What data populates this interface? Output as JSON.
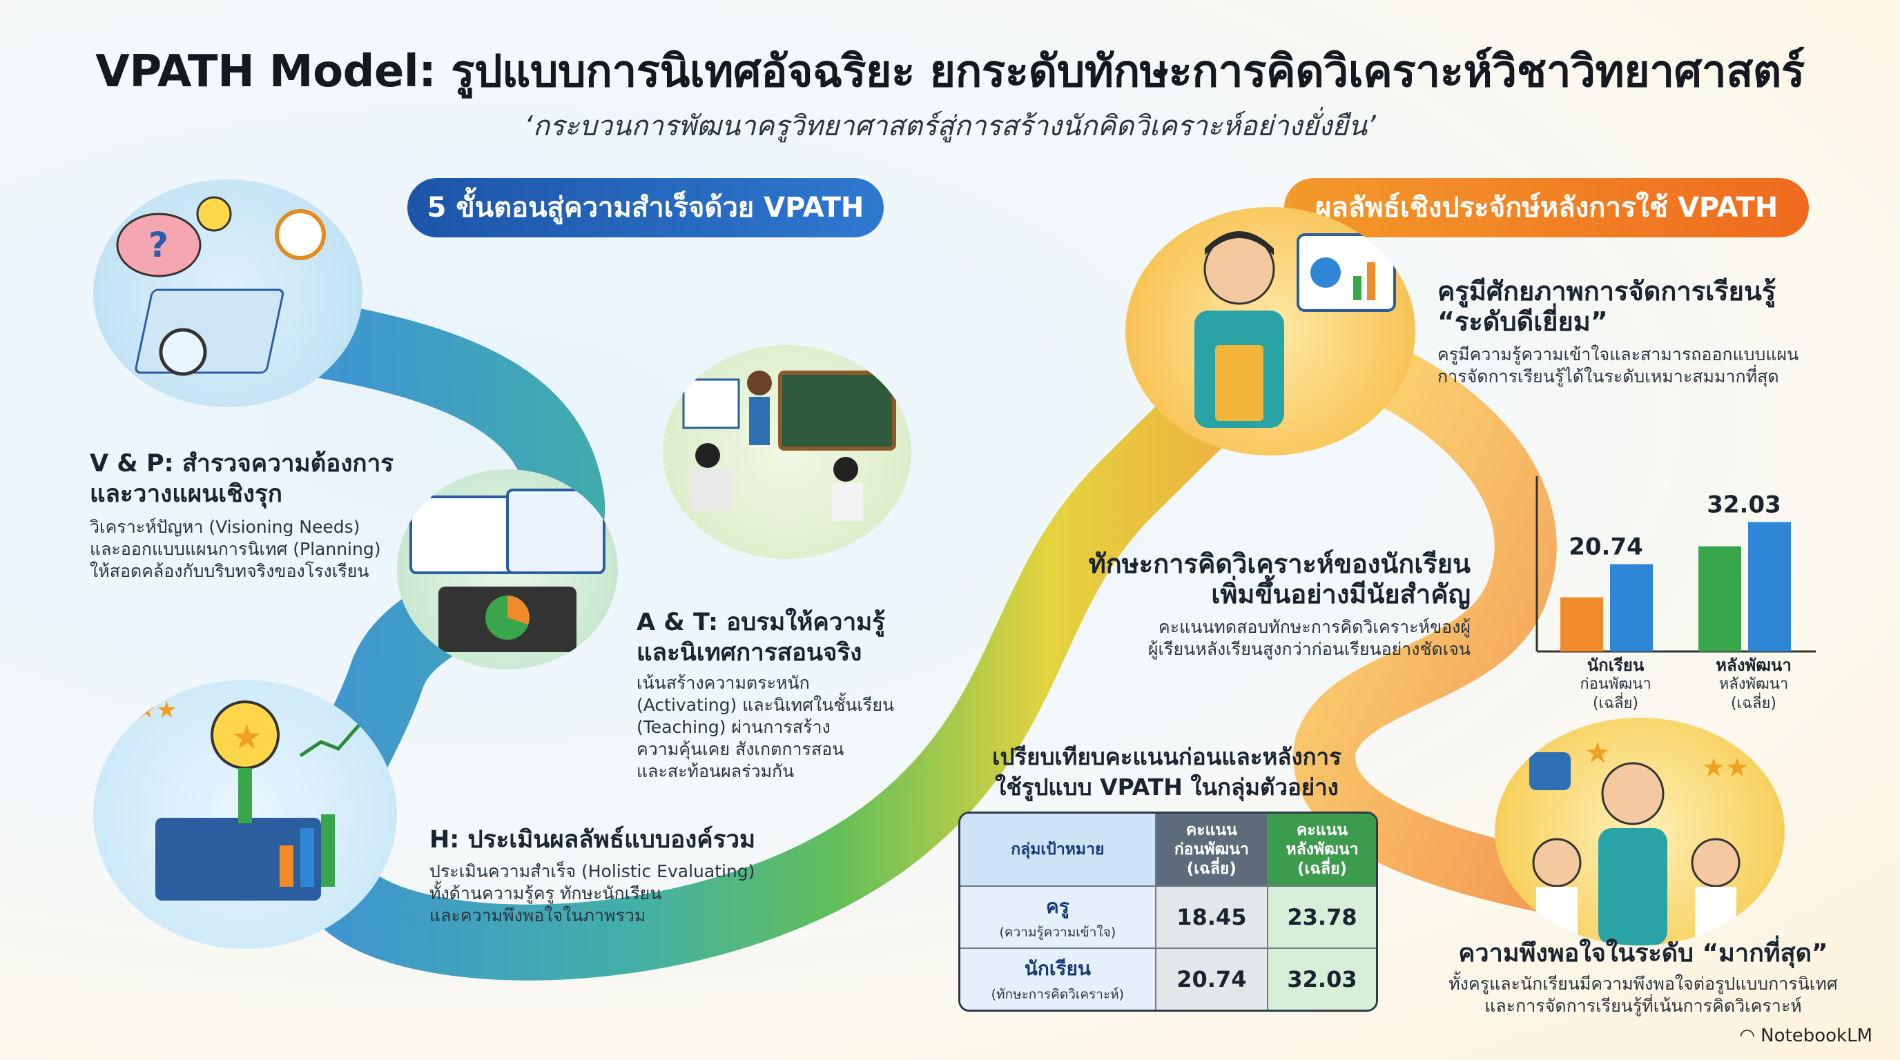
{
  "header": {
    "title": "VPATH Model: รูปแบบการนิเทศอัจฉริยะ ยกระดับทักษะการคิดวิเคราะห์วิชาวิทยาศาสตร์",
    "subtitle": "‘กระบวนการพัฒนาครูวิทยาศาสตร์สู่การสร้างนักคิดวิเคราะห์อย่างยั่งยืน’"
  },
  "left_section": {
    "heading": "5 ขั้นตอนสู่ความสำเร็จด้วย VPATH",
    "steps": [
      {
        "title_line1": "V & P: สำรวจความต้องการ",
        "title_line2": "และวางแผนเชิงรุก",
        "desc_line1": "วิเคราะห์ปัญหา (Visioning Needs)",
        "desc_line2": "และออกแบบแผนการนิเทศ (Planning)",
        "desc_line3": "ให้สอดคล้องกับบริบทจริงของโรงเรียน"
      },
      {
        "title_line1": "A & T: อบรมให้ความรู้",
        "title_line2": "และนิเทศการสอนจริง",
        "desc_line1": "เน้นสร้างความตระหนัก",
        "desc_line2": "(Activating) และนิเทศในชั้นเรียน",
        "desc_line3": "(Teaching) ผ่านการสร้าง",
        "desc_line4": "ความคุ้นเคย สังเกตการสอน",
        "desc_line5": "และสะท้อนผลร่วมกัน"
      },
      {
        "title_line1": "H: ประเมินผลลัพธ์แบบองค์รวม",
        "desc_line1": "ประเมินความสำเร็จ (Holistic Evaluating)",
        "desc_line2": "ทั้งด้านความรู้ครู ทักษะนักเรียน",
        "desc_line3": "และความพึงพอใจในภาพรวม"
      }
    ]
  },
  "right_section": {
    "heading": "ผลลัพธ์เชิงประจักษ์หลังการใช้ VPATH",
    "teacher": {
      "title_line1": "ครูมีศักยภาพการจัดการเรียนรู้",
      "title_line2": "“ระดับดีเยี่ยม”",
      "desc_line1": "ครูมีความรู้ความเข้าใจและสามารถออกแบบแผน",
      "desc_line2": "การจัดการเรียนรู้ได้ในระดับเหมาะสมมากที่สุด"
    },
    "students": {
      "title_line1": "ทักษะการคิดวิเคราะห์ของนักเรียน",
      "title_line2": "เพิ่มขึ้นอย่างมีนัยสำคัญ",
      "desc_line1": "คะแนนทดสอบทักษะการคิดวิเคราะห์ของผู้",
      "desc_line2": "ผู้เรียนหลังเรียนสูงกว่าก่อนเรียนอย่างชัดเจน"
    },
    "satisfaction": {
      "title": "ความพึงพอใจในระดับ “มากที่สุด”",
      "desc_line1": "ทั้งครูและนักเรียนมีความพึงพอใจต่อรูปแบบการนิเทศ",
      "desc_line2": "และการจัดการเรียนรู้ที่เน้นการคิดวิเคราะห์"
    }
  },
  "comparison": {
    "heading_line1": "เปรียบเทียบคะแนนก่อนและหลังการ",
    "heading_line2": "ใช้รูปแบบ VPATH ในกลุ่มตัวอย่าง",
    "columns": [
      "กลุ่มเป้าหมาย",
      "คะแนน ก่อนพัฒนา (เฉลี่ย)",
      "คะแนน หลังพัฒนา (เฉลี่ย)"
    ],
    "col2_line1": "คะแนน",
    "col2_line2": "ก่อนพัฒนา",
    "col2_line3": "(เฉลี่ย)",
    "col3_line1": "คะแนน",
    "col3_line2": "หลังพัฒนา",
    "col3_line3": "(เฉลี่ย)",
    "rows": [
      {
        "label": "ครู",
        "sublabel": "(ความรู้ความเข้าใจ)",
        "before": "18.45",
        "after": "23.78"
      },
      {
        "label": "นักเรียน",
        "sublabel": "(ทักษะการคิดวิเคราะห์)",
        "before": "20.74",
        "after": "32.03"
      }
    ]
  },
  "chart_data": {
    "type": "bar",
    "categories": [
      "นักเรียน ก่อนพัฒนา (เฉลี่ย)",
      "หลังพัฒนา หลังพัฒนา (เฉลี่ย)"
    ],
    "values": [
      20.74,
      32.03
    ],
    "value_labels": [
      "20.74",
      "32.03"
    ],
    "cat1_line1": "นักเรียน",
    "cat1_line2": "ก่อนพัฒนา",
    "cat1_line3": "(เฉลี่ย)",
    "cat2_line1": "หลังพัฒนา",
    "cat2_line2": "หลังพัฒนา",
    "cat2_line3": "(เฉลี่ย)",
    "ylim": [
      0,
      40
    ],
    "colors": [
      "#f08a2a",
      "#2f86d6",
      "#3aa64c",
      "#2f86d6"
    ]
  },
  "footer": {
    "brand": "NotebookLM"
  }
}
